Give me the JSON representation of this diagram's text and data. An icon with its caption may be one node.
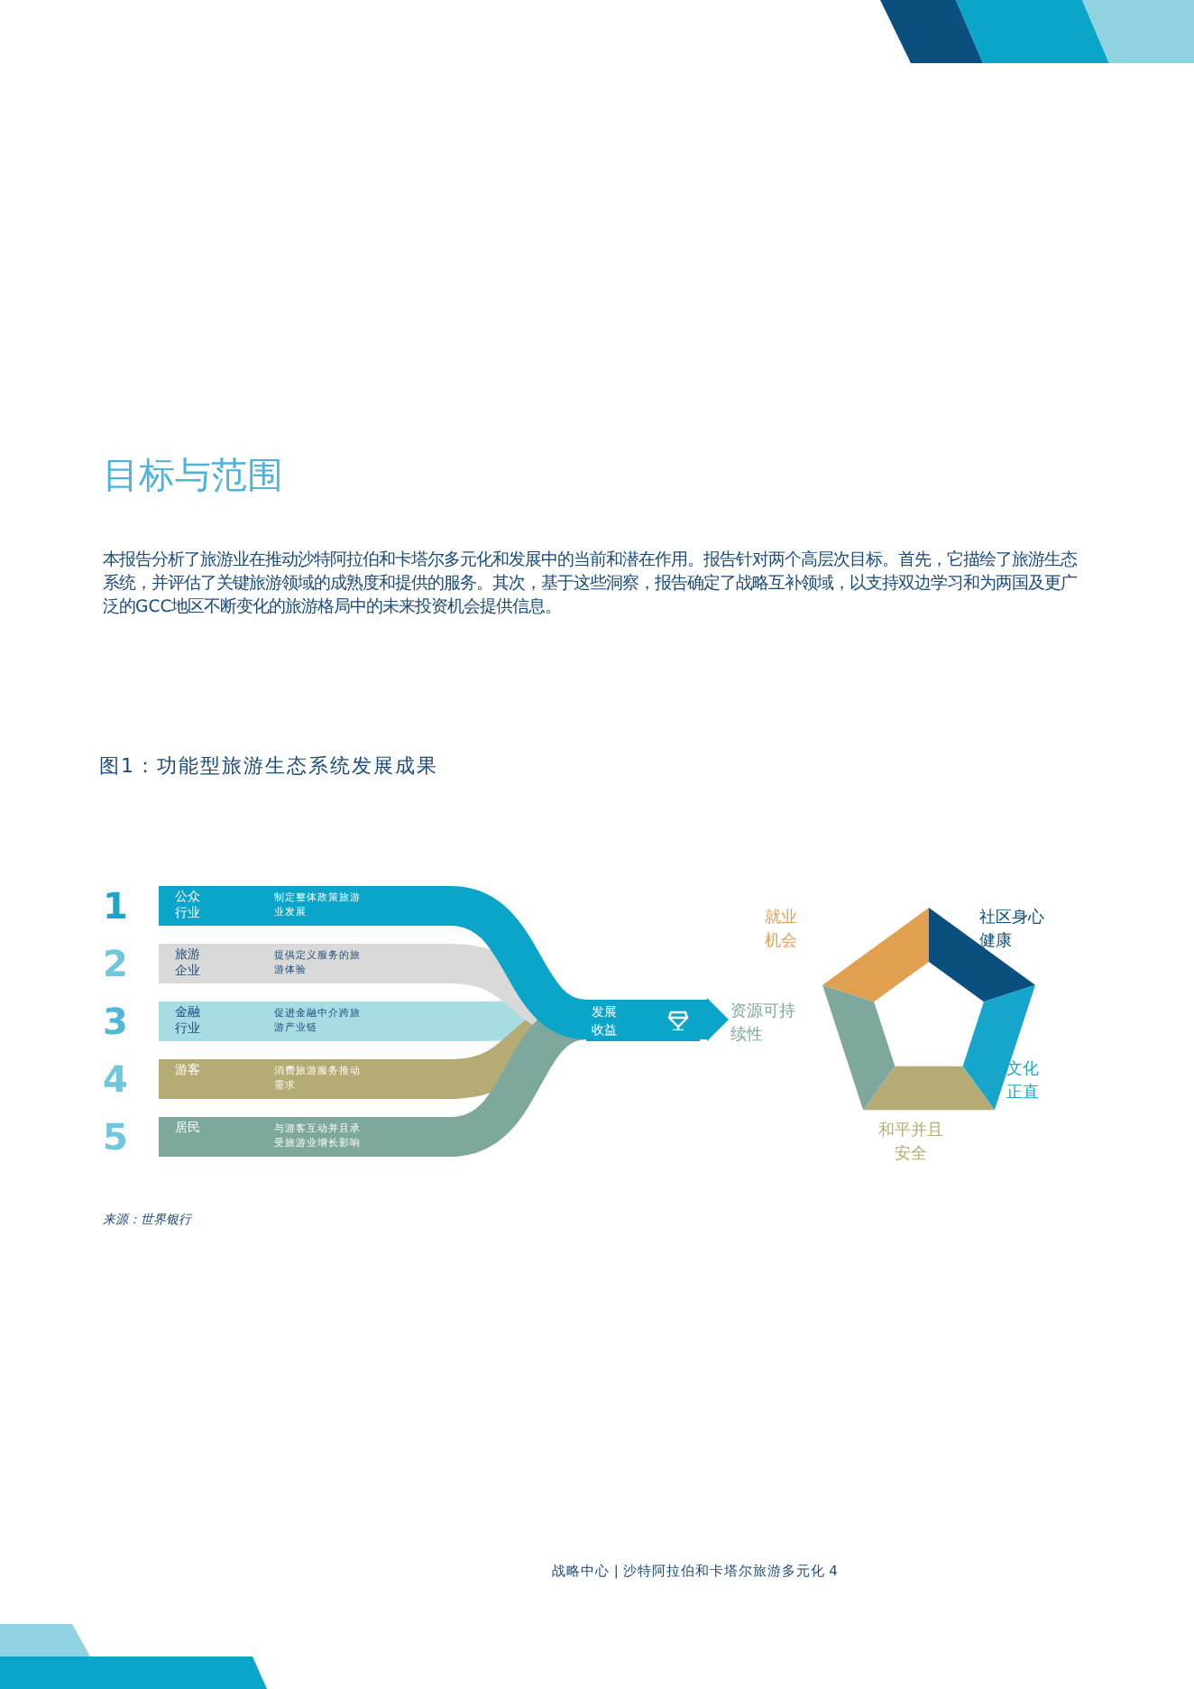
{
  "diagram": {
    "title": "目标与范围",
    "nodes": [
      {
        "text": [
          "1",
          "公众行业",
          "制定整体政策旅游业发展"
        ]
      },
      {
        "text": [
          "2",
          "旅游企业",
          "提供定义服务的旅游体验"
        ]
      },
      {
        "text": [
          "3",
          "金融行业",
          "促进金融中介跨旅游产业链"
        ]
      },
      {
        "text": [
          "4",
          "游客",
          "消费旅游服务推动需求"
        ]
      },
      {
        "text": [
          "5",
          "居民",
          "与游客互动并且承受旅游业增长影响"
        ]
      },
      {
        "text": [
          "发展收益"
        ]
      },
      {
        "text": [
          "资源可持续性"
        ]
      }
    ],
    "edges": [
      {
        "from": 0,
        "to": 5,
        "arrow": "none",
        "color": "#0aa5c9"
      },
      {
        "from": 1,
        "to": 5,
        "arrow": "none",
        "color": "#d9d9d9"
      },
      {
        "from": 2,
        "to": 5,
        "arrow": "none",
        "color": "#a8dce3"
      },
      {
        "from": 3,
        "to": 5,
        "arrow": "none",
        "color": "#b5ab75"
      },
      {
        "from": 4,
        "to": 5,
        "arrow": "none",
        "color": "#7ea79d"
      },
      {
        "from": 5,
        "to": 6,
        "arrow": "to",
        "color": "#0aa5c9"
      }
    ],
    "labels": [
      "本报告分析了旅游业在推动沙特阿拉伯和卡塔尔多元化和发展中的当前和潜在作用。报告针对两个高层次目标。首先，它描绘了旅游生态系统，并评估了关键旅游领域的成熟度和提供的服务。其次，基于这些洞察，报告确定了战略互补领域，以支持双边学习和为两国及更广泛的GCC地区不断变化的旅游格局中的未来投资机会提供信息。",
      "图1：功能型旅游生态系统发展成果",
      "就业机会",
      "社区身心健康",
      "文化正直",
      "和平并且安全",
      "来源：世界银行",
      "战略中心 | 沙特阿拉伯和卡塔尔旅游多元化 4"
    ]
  }
}
